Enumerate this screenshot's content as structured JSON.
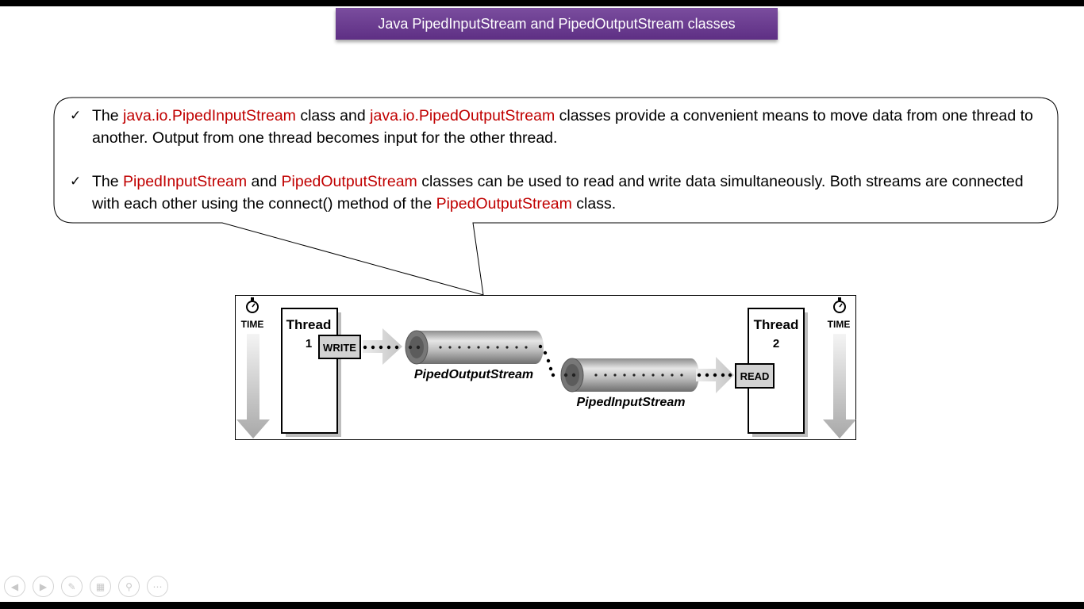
{
  "slide": {
    "title": "Java PipedInputStream and PipedOutputStream classes",
    "bullets": [
      {
        "p1": "The ",
        "h1": "java.io.PipedInputStream",
        "p2": " class and ",
        "h2": "java.io.PipedOutputStream",
        "p3": " classes provide a convenient means to move data from one thread to another. Output from one thread becomes input for the other thread."
      },
      {
        "p1": "The ",
        "h1": "PipedInputStream",
        "p2": " and ",
        "h2": "PipedOutputStream",
        "p3": " classes can be used to read and write data simultaneously. Both streams are connected with each other using the connect() method of the ",
        "h3": "PipedOutputStream",
        "p4": " class."
      }
    ]
  },
  "diagram": {
    "time_label_left": "TIME",
    "time_label_right": "TIME",
    "thread1_label": "Thread",
    "thread1_num": "1",
    "thread2_label": "Thread",
    "thread2_num": "2",
    "write_label": "WRITE",
    "read_label": "READ",
    "output_stream_label": "PipedOutputStream",
    "input_stream_label": "PipedInputStream"
  },
  "colors": {
    "title_bg": "#6b3f92",
    "highlight": "#c00000"
  },
  "nav_icons": [
    "prev-icon",
    "next-icon",
    "pen-icon",
    "slides-icon",
    "zoom-icon",
    "more-icon"
  ]
}
